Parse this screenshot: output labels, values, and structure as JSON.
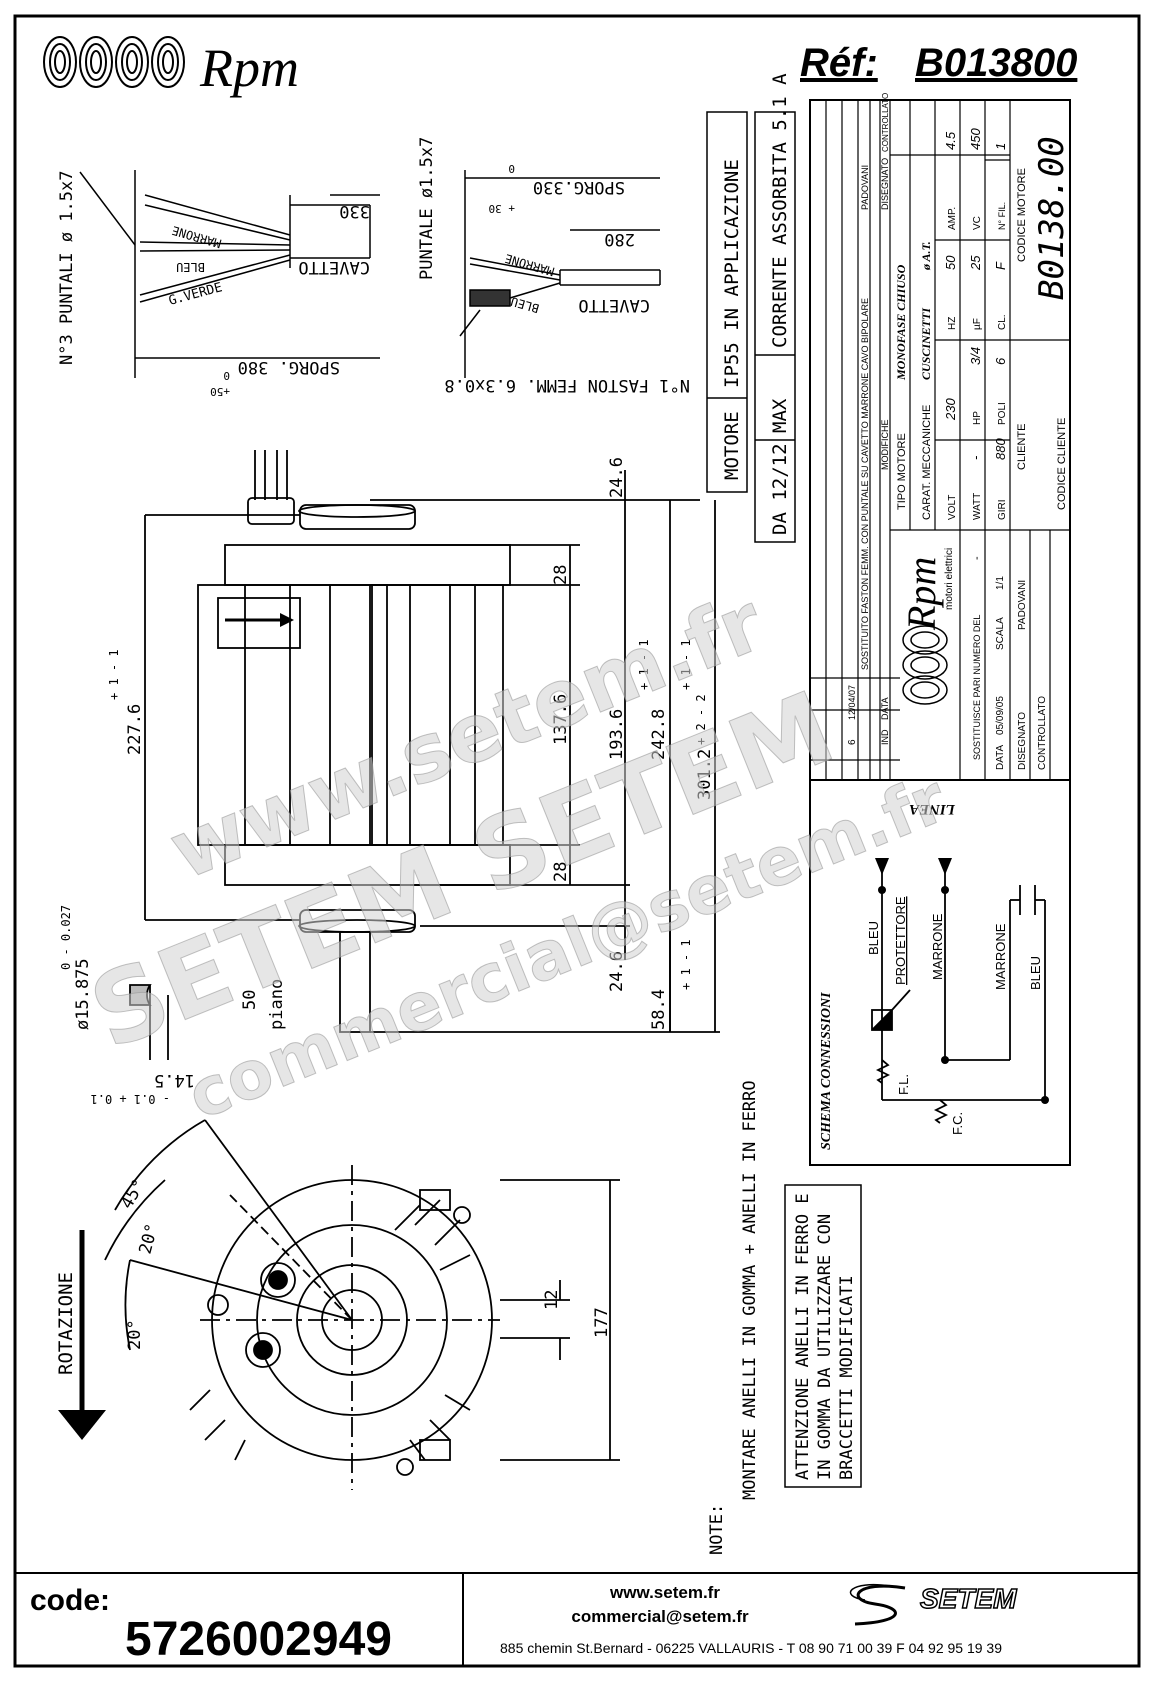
{
  "header": {
    "logo_text": "Rpm",
    "ref_label": "Réf:",
    "ref_value": "B013800"
  },
  "wiring_left": {
    "label_n3": "N°3 PUNTALI ø 1.5x7",
    "dim_330": "330",
    "marrone": "MARRONE",
    "bleu": "BLEU",
    "verde": "G.VERDE",
    "cavetto": "CAVETTO",
    "sporg": "SPORG. 380",
    "sporg_tol_a": "0",
    "sporg_tol_b": "+50"
  },
  "wiring_right": {
    "puntale": "PUNTALE ø1.5x7",
    "sporg": "SPORG.330",
    "sporg_tol_a": "0",
    "sporg_tol_b": "+ 30",
    "dim_280": "280",
    "marrone": "MARRONE",
    "bleu": "BLEU",
    "cavetto": "CAVETTO",
    "faston": "N°1 FASTON FEMM. 6.3x0.8"
  },
  "motor_box": {
    "line1_a": "MOTORE",
    "line1_b": "IP55 IN APPLICAZIONE",
    "line2_a": "DA 12/12",
    "line2_b": "MAX",
    "line2_c": "CORRENTE ASSORBITA 5.1 A"
  },
  "side_view": {
    "dim_24_6_top": "24.6",
    "dim_28_top": "28",
    "dim_137_6": "137.6",
    "dim_28_bot": "28",
    "dim_193_6": "193.6",
    "dim_193_tol": "+ 1 - 1",
    "dim_242_8": "242.8",
    "dim_242_tol": "+ 1 - 1",
    "dim_301_2": "301.2",
    "dim_301_tol": "+ 2 - 2",
    "dim_227_6": "227.6",
    "dim_227_tol": "+ 1 - 1",
    "dim_24_6_bot": "24.6",
    "dim_58_4": "58.4",
    "dim_58_tol": "+ 1 - 1",
    "dim_50": "50",
    "piano": "piano",
    "shaft_dia": "ø15.875",
    "shaft_tol": "0 - 0.027",
    "dim_14_5": "14.5",
    "dim_14_tol": "- 0.1 + 0.1"
  },
  "front_view": {
    "rotazione": "ROTAZIONE",
    "angle_45": "45°",
    "angle_20a": "20°",
    "angle_20b": "20°",
    "dim_12": "12",
    "dim_177": "177"
  },
  "notes": {
    "label": "NOTE:",
    "montare": "MONTARE ANELLI IN GOMMA + ANELLI IN FERRO",
    "attenzione_1": "ATTENZIONE ANELLI IN FERRO E",
    "attenzione_2": "IN GOMMA DA UTILIZZARE CON",
    "attenzione_3": "BRACCETTI MODIFICATI"
  },
  "title_block": {
    "rev_ind": "6",
    "rev_date": "12/04/07",
    "rev_desc": "SOSTITUITO FASTON FEMM. CON PUNTALE SU CAVETTO MARRONE CAVO BIPOLARE",
    "rev_dis": "PADOVANI",
    "col_ind": "IND",
    "col_data": "DATA",
    "col_modifiche": "MODIFICHE",
    "col_disegnato": "DISEGNATO",
    "col_controllato": "CONTROLLATO",
    "tipo_motore_label": "TIPO MOTORE",
    "tipo_motore": "MONOFASE CHIUSO",
    "carat_label": "CARAT. MECCANICHE",
    "carat": "CUSCINETTI",
    "carat_b": "ø A.T.",
    "volt_label": "VOLT",
    "volt": "230",
    "hz_label": "HZ",
    "hz": "50",
    "amp_label": "AMP.",
    "amp": "4.5",
    "watt_label": "WATT",
    "watt": "-",
    "hp_label": "HP",
    "hp": "3/4",
    "uf_label": "µF",
    "uf": "25",
    "vc_label": "VC",
    "vc": "450",
    "giri_label": "GIRI",
    "giri": "880",
    "poli_label": "POLI",
    "poli": "6",
    "cl_label": "CL.",
    "cl": "F",
    "nfil_label": "N° FIL.",
    "nfil": "1",
    "cliente_label": "CLIENTE",
    "codice_motore_label": "CODICE MOTORE",
    "codice_motore": "B0138.00",
    "codice_cliente_label": "CODICE CLIENTE",
    "logo": "Rpm",
    "logo_sub": "motori elettrici",
    "sost_label": "SOSTITUISCE PARI NUMERO DEL",
    "sost_val": "-",
    "data_label": "DATA",
    "data": "05/09/05",
    "scala_label": "SCALA",
    "scala": "1/1",
    "disegnato_label": "DISEGNATO",
    "disegnato": "PADOVANI",
    "controllato_label": "CONTROLLATO"
  },
  "schema": {
    "title": "SCHEMA CONNESSIONI",
    "linea": "LINEA",
    "bleu": "BLEU",
    "protettore": "PROTETTORE",
    "marrone1": "MARRONE",
    "marrone2": "MARRONE",
    "bleu2": "BLEU",
    "fl": "F.L.",
    "fc": "F.C."
  },
  "watermark": {
    "line1": "www.setem.fr",
    "line2": "SETEM SETEM",
    "line3": "commercial@setem.fr"
  },
  "footer": {
    "code_label": "code:",
    "code_value": "5726002949",
    "web": "www.setem.fr",
    "email": "commercial@setem.fr",
    "address": "885 chemin St.Bernard  -  06225 VALLAURIS  -  T 08 90 71 00 39  F 04 92 95 19 39",
    "brand": "SETEM"
  }
}
